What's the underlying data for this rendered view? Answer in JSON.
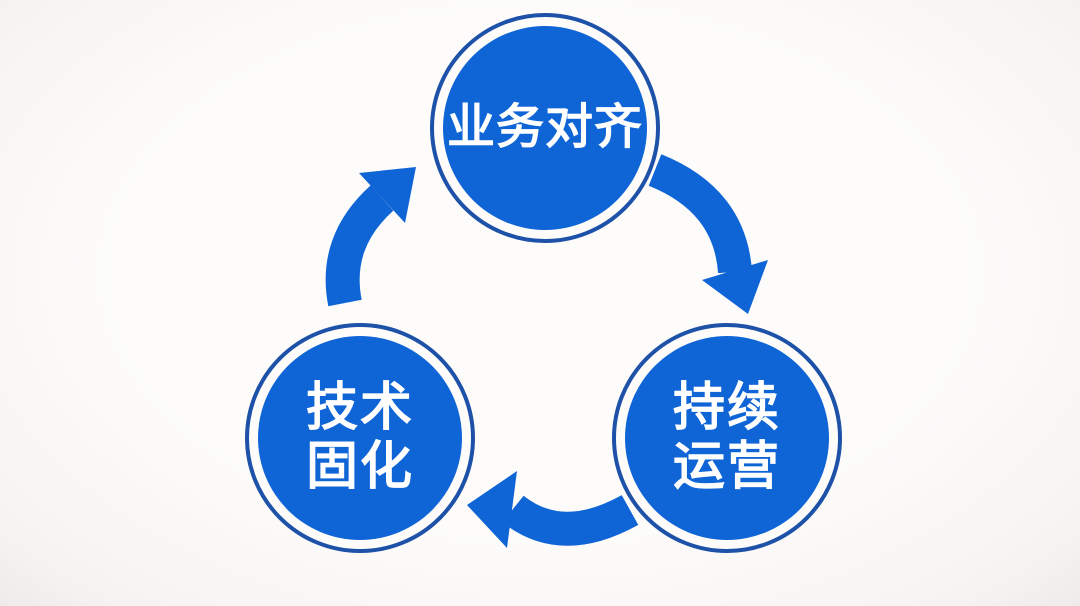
{
  "diagram": {
    "type": "cycle-diagram",
    "node_count": 3,
    "colors": {
      "node_fill": "#1065d6",
      "node_ring": "#1d52a8",
      "arrow": "#1065d6",
      "label_text": "#ffffff",
      "background": "#fdfcfb"
    },
    "nodes": {
      "top": {
        "id": "business-alignment",
        "label": "业务对齐"
      },
      "right": {
        "id": "continuous-operation",
        "line1": "持续",
        "line2": "运营"
      },
      "left": {
        "id": "technology-solidification",
        "line1": "技术",
        "line2": "固化"
      }
    },
    "arrows": [
      {
        "from": "business-alignment",
        "to": "continuous-operation",
        "direction": "clockwise"
      },
      {
        "from": "continuous-operation",
        "to": "technology-solidification",
        "direction": "clockwise"
      },
      {
        "from": "technology-solidification",
        "to": "business-alignment",
        "direction": "clockwise"
      }
    ]
  }
}
